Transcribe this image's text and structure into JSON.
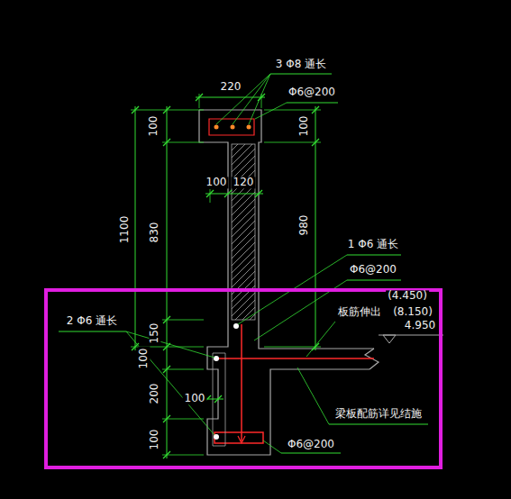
{
  "diagram": {
    "labels": [
      "3 Φ8  通长",
      "220",
      "Φ6@200",
      "100",
      "100",
      "1100",
      "830",
      "100",
      "120",
      "980",
      "1 Φ6  通长",
      "Φ6@200",
      "(4.450)",
      "2 Φ6  通长",
      "150",
      "板筋伸出",
      "(8.150)",
      "4.950",
      "100",
      "100",
      "200",
      "梁板配筋详见结施",
      "100",
      "Φ6@200"
    ]
  }
}
